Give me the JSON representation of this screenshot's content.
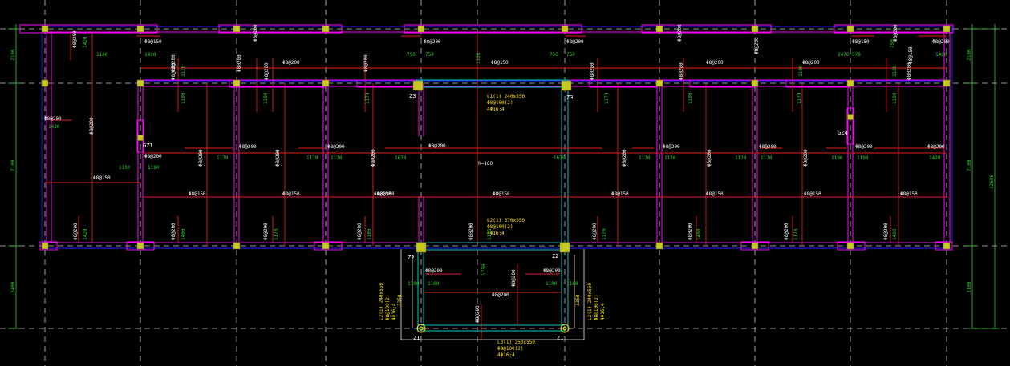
{
  "colors": {
    "background": "#000000",
    "axis_grid": "#c8c8c8",
    "beam": "#ff00ff",
    "column": "#c8c820",
    "rebar": "#e02020",
    "dim": "#32cd32",
    "text": "#ffffff",
    "annotation": "#ffe400",
    "cyan": "#00c8c8",
    "blue": "#2020ff"
  },
  "dims": {
    "left": [
      "2100",
      "7100",
      "3400"
    ],
    "right": [
      "2100",
      "7100",
      "3100"
    ],
    "right_total": "12600",
    "vertical_3350": "3350"
  },
  "column_tags": [
    "Z3",
    "Z3",
    "GZ1",
    "GZ4",
    "Z2",
    "Z2",
    "Z1",
    "Z1"
  ],
  "slab_thickness": "h=160",
  "annotations": {
    "beam_top": [
      "L1(1) 240x550",
      "Φ8@100(2)",
      "4Φ16;4"
    ],
    "beam_mid": [
      "L2(1) 370x550",
      "Φ8@100(2)",
      "4Φ16;4"
    ],
    "beam_left": [
      "L2(1) 240x550",
      "Φ8@100(2)",
      "4Φ16;4"
    ],
    "beam_right": [
      "L2(1) 240x550",
      "Φ8@100(2)",
      "4Φ16;4"
    ],
    "beam_bottom": [
      "L3(1) 250x550",
      "Φ8@100(2)",
      "4Φ16;4"
    ]
  },
  "rebar_labels": {
    "top_row": [
      "Φ8@200",
      "Φ8@150",
      "Φ8@200",
      "Φ8@200",
      "Φ8@200",
      "Φ8@200",
      "Φ8@150",
      "Φ8@200",
      "Φ8@200",
      "Φ8@200"
    ],
    "band2": [
      "Φ8@200",
      "Φ8@200",
      "Φ8@200",
      "Φ8@150",
      "Φ8@200",
      "Φ8@200",
      "Φ8@200",
      "Φ8@200",
      "Φ8@200",
      "Φ8@200",
      "Φ8@150",
      "Φ8@200",
      "Φ8@200"
    ],
    "middle": [
      "Φ8@200",
      "Φ8@150",
      "Φ8@200",
      "Φ8@200",
      "Φ8@200",
      "Φ8@200",
      "Φ8@150",
      "Φ8@200",
      "Φ8@200",
      "Φ8@200",
      "Φ8@200",
      "Φ8@200",
      "Φ8@200",
      "Φ8@150",
      "Φ8@200",
      "Φ8@200",
      "Φ8@200"
    ],
    "lower": [
      "Φ8@150",
      "Φ8@150",
      "Φ8@150",
      "Φ8@150",
      "Φ8@150",
      "Φ8@150"
    ],
    "bottom_row": [
      "Φ8@200",
      "Φ8@200",
      "Φ8@200",
      "Φ8@200",
      "Φ8@200",
      "Φ8@200",
      "Φ8@200",
      "Φ8@200",
      "Φ8@200",
      "Φ8@200",
      "Φ8@200",
      "Φ8@200"
    ],
    "annex": [
      "Φ8@200",
      "Φ8@200",
      "Φ8@200",
      "Φ8@200",
      "Φ8@200"
    ]
  },
  "span_labels": {
    "top_row": [
      "1100",
      "1420",
      "750",
      "750",
      "750",
      "750",
      "1420",
      "750",
      "2470",
      "970"
    ],
    "band2": [
      "1170",
      "1100",
      "1100",
      "1170",
      "1170",
      "1100",
      "1170",
      "1100",
      "1100",
      "1100"
    ],
    "left_strip": "1420",
    "middle": [
      "1190",
      "1190",
      "1170",
      "1170",
      "1170",
      "1670",
      "1670",
      "1170",
      "1170",
      "1170",
      "1170",
      "1190",
      "1190",
      "1420"
    ],
    "bottom_row": [
      "1420",
      "1400",
      "1170",
      "1100",
      "1170",
      "1400",
      "1170",
      "1400",
      "1170",
      "1100",
      "1420"
    ],
    "annex": [
      "1100",
      "1100",
      "1100",
      "1100",
      "1750"
    ]
  }
}
